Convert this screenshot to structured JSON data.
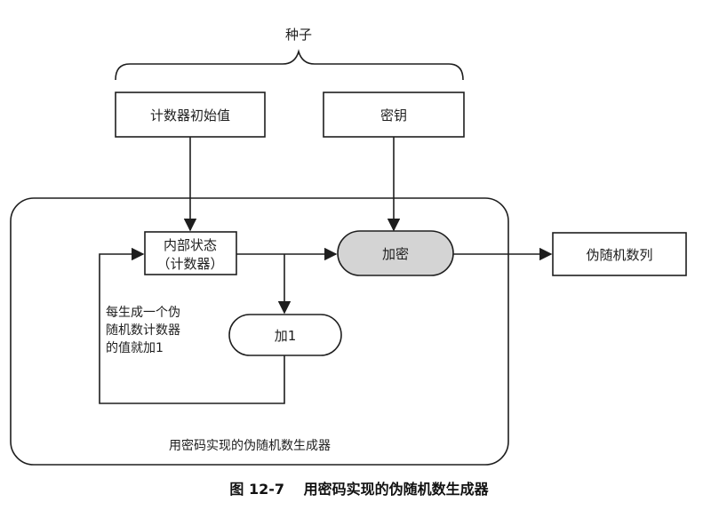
{
  "diagram": {
    "seed_label": "种子",
    "counter_init_label": "计数器初始值",
    "key_label": "密钥",
    "internal_state_line1": "内部状态",
    "internal_state_line2": "（计数器）",
    "encrypt_label": "加密",
    "output_label": "伪随机数列",
    "increment_label": "加1",
    "note_line1": "每生成一个伪",
    "note_line2": "随机数计数器",
    "note_line3": "的值就加1",
    "container_label": "用密码实现的伪随机数生成器"
  },
  "caption": {
    "figure_number": "图 12-7",
    "title": "用密码实现的伪随机数生成器"
  },
  "colors": {
    "encrypt_fill": "#d4d4d4",
    "stroke": "#1e1e1e"
  }
}
